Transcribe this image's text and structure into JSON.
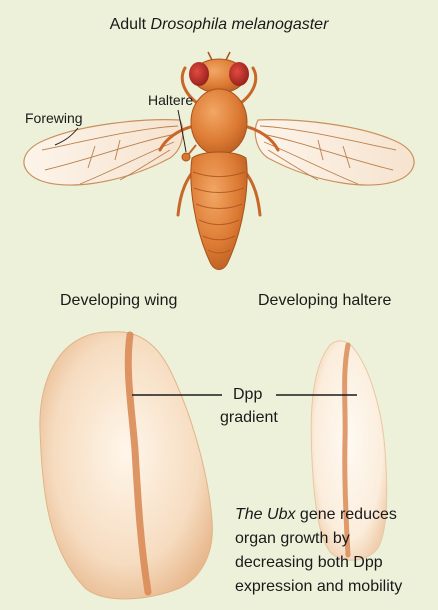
{
  "title": {
    "prefix": "Adult ",
    "species": "Drosophila melanogaster"
  },
  "labels": {
    "forewing": "Forewing",
    "haltere": "Haltere",
    "developing_wing": "Developing wing",
    "developing_haltere": "Developing haltere",
    "dpp": "Dpp",
    "gradient": "gradient"
  },
  "caption": {
    "line1_italic": "The Ubx",
    "line1_rest": " gene reduces",
    "line2": "organ growth by",
    "line3": "decreasing both Dpp",
    "line4": "expression and mobility"
  },
  "colors": {
    "background": "#eef1d9",
    "fly_body": "#d9772e",
    "fly_eye": "#c0302a",
    "stripe": "#d98b57"
  }
}
